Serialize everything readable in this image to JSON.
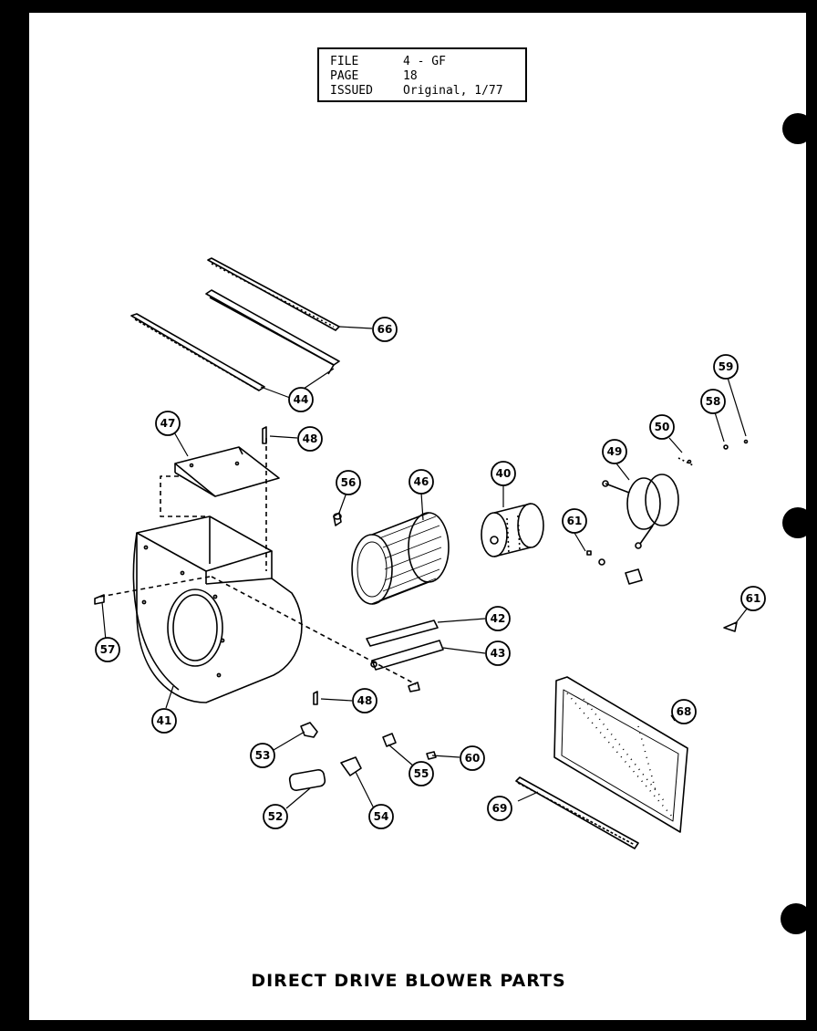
{
  "header": {
    "file_label": "FILE",
    "file_value": "4 - GF",
    "page_label": "PAGE",
    "page_value": "18",
    "issued_label": "ISSUED",
    "issued_value": "Original, 1/77"
  },
  "caption": "DIRECT DRIVE BLOWER PARTS",
  "callouts": [
    {
      "id": "c66a",
      "label": "66"
    },
    {
      "id": "c44",
      "label": "44"
    },
    {
      "id": "c47",
      "label": "47"
    },
    {
      "id": "c48a",
      "label": "48"
    },
    {
      "id": "c56",
      "label": "56"
    },
    {
      "id": "c46",
      "label": "46"
    },
    {
      "id": "c40",
      "label": "40"
    },
    {
      "id": "c61a",
      "label": "61"
    },
    {
      "id": "c49",
      "label": "49"
    },
    {
      "id": "c50",
      "label": "50"
    },
    {
      "id": "c58",
      "label": "58"
    },
    {
      "id": "c59",
      "label": "59"
    },
    {
      "id": "c61b",
      "label": "61"
    },
    {
      "id": "c42",
      "label": "42"
    },
    {
      "id": "c43",
      "label": "43"
    },
    {
      "id": "c57",
      "label": "57"
    },
    {
      "id": "c41",
      "label": "41"
    },
    {
      "id": "c48b",
      "label": "48"
    },
    {
      "id": "c53",
      "label": "53"
    },
    {
      "id": "c55",
      "label": "55"
    },
    {
      "id": "c60",
      "label": "60"
    },
    {
      "id": "c52",
      "label": "52"
    },
    {
      "id": "c54",
      "label": "54"
    },
    {
      "id": "c68",
      "label": "68"
    },
    {
      "id": "c69",
      "label": "69"
    }
  ]
}
